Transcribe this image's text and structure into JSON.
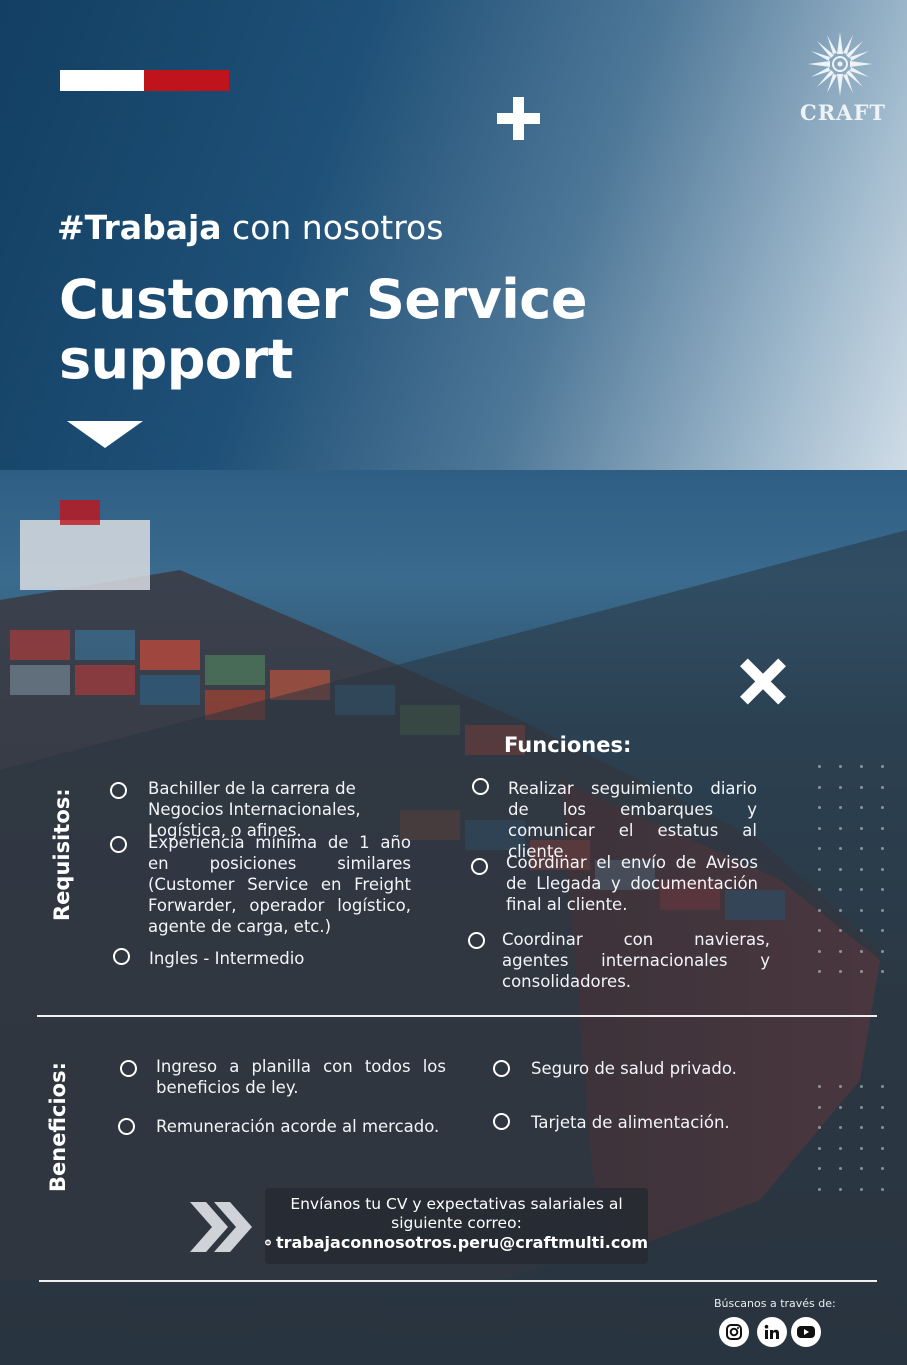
{
  "brand": {
    "flag_colors": [
      "#ffffff",
      "#c0141c"
    ],
    "logo_text": "CRAFT",
    "logo_icon": "compass-rose-icon"
  },
  "header": {
    "tagline_bold": "#Trabaja",
    "tagline_rest": " con nosotros",
    "title_line1": "Customer Service",
    "title_line2": "support"
  },
  "requisitos": {
    "title": "Requisitos:",
    "items": [
      "Bachiller de la carrera de Negocios Internacionales, Logística, o afines.",
      "Experiencia mínima de 1 año en posiciones similares (Customer Service en Freight Forwarder, operador logístico, agente de carga, etc.)",
      "Ingles - Intermedio"
    ]
  },
  "funciones": {
    "title": "Funciones:",
    "items": [
      "Realizar seguimiento diario de los embarques y comunicar el estatus al cliente.",
      "Coordinar el envío de Avisos de Llegada y documentación final al cliente.",
      "Coordinar con navieras, agentes internacionales y consolidadores."
    ]
  },
  "beneficios": {
    "title": "Beneficios:",
    "items_left": [
      "Ingreso a planilla con todos los beneficios de ley.",
      "Remuneración acorde al mercado."
    ],
    "items_right": [
      "Seguro de salud privado.",
      "Tarjeta de alimentación."
    ]
  },
  "cta": {
    "line1": "Envíanos tu CV y expectativas salariales al",
    "line2": "siguiente correo:",
    "email": "trabajaconnosotros.peru@craftmulti.com",
    "email_icon": "mail-icon",
    "arrow_icon": "double-chevron-right-icon"
  },
  "social": {
    "label": "Búscanos a través de:",
    "icons": [
      "instagram-icon",
      "linkedin-icon",
      "youtube-icon"
    ]
  }
}
